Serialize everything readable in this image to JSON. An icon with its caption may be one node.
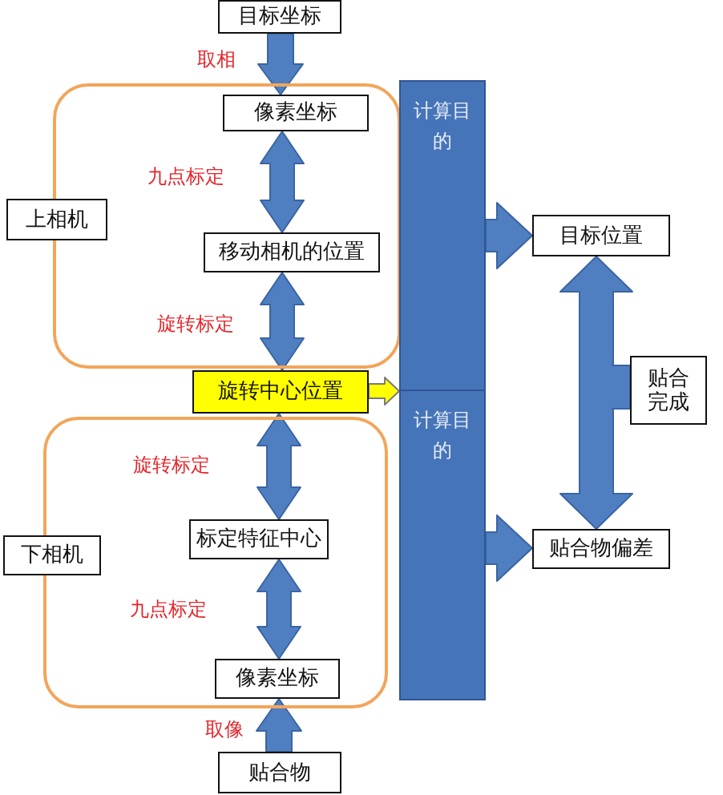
{
  "diagram": {
    "nodes": [
      {
        "text": [
          "目标坐标"
        ]
      },
      {
        "text": [
          "上相机"
        ]
      },
      {
        "text": [
          "像素坐标"
        ],
        "in": 1
      },
      {
        "text": [
          "移动相机的位置"
        ],
        "in": 1
      },
      {
        "text": [
          "旋转中心位置"
        ]
      },
      {
        "text": [
          "下相机"
        ]
      },
      {
        "text": [
          "标定特征中心"
        ],
        "in": 5
      },
      {
        "text": [
          "像素坐标"
        ],
        "in": 5
      },
      {
        "text": [
          "贴合物"
        ]
      },
      {
        "text": [
          "计算目的"
        ]
      },
      {
        "text": [
          "计算目的"
        ]
      },
      {
        "text": [
          "目标位置"
        ]
      },
      {
        "text": [
          "贴合完成"
        ]
      },
      {
        "text": [
          "贴合物偏差"
        ]
      }
    ],
    "edges": [
      {
        "from": 0,
        "to": 2,
        "arrow": "to",
        "label": "取相"
      },
      {
        "from": 2,
        "to": 3,
        "arrow": "both",
        "label": "九点标定"
      },
      {
        "from": 3,
        "to": 4,
        "arrow": "both",
        "label": "旋转标定"
      },
      {
        "from": 4,
        "to": 6,
        "arrow": "both",
        "label": "旋转标定"
      },
      {
        "from": 6,
        "to": 7,
        "arrow": "both",
        "label": "九点标定"
      },
      {
        "from": 8,
        "to": 7,
        "arrow": "to",
        "label": "取像"
      },
      {
        "from": 4,
        "to": 10,
        "arrow": "to",
        "color": "#ffff00"
      },
      {
        "from": 9,
        "to": 11,
        "arrow": "to"
      },
      {
        "from": 10,
        "to": 13,
        "arrow": "to"
      },
      {
        "from": 11,
        "to": 13,
        "arrow": "both"
      },
      {
        "from": 12,
        "to": null,
        "arrow": "none"
      }
    ]
  }
}
